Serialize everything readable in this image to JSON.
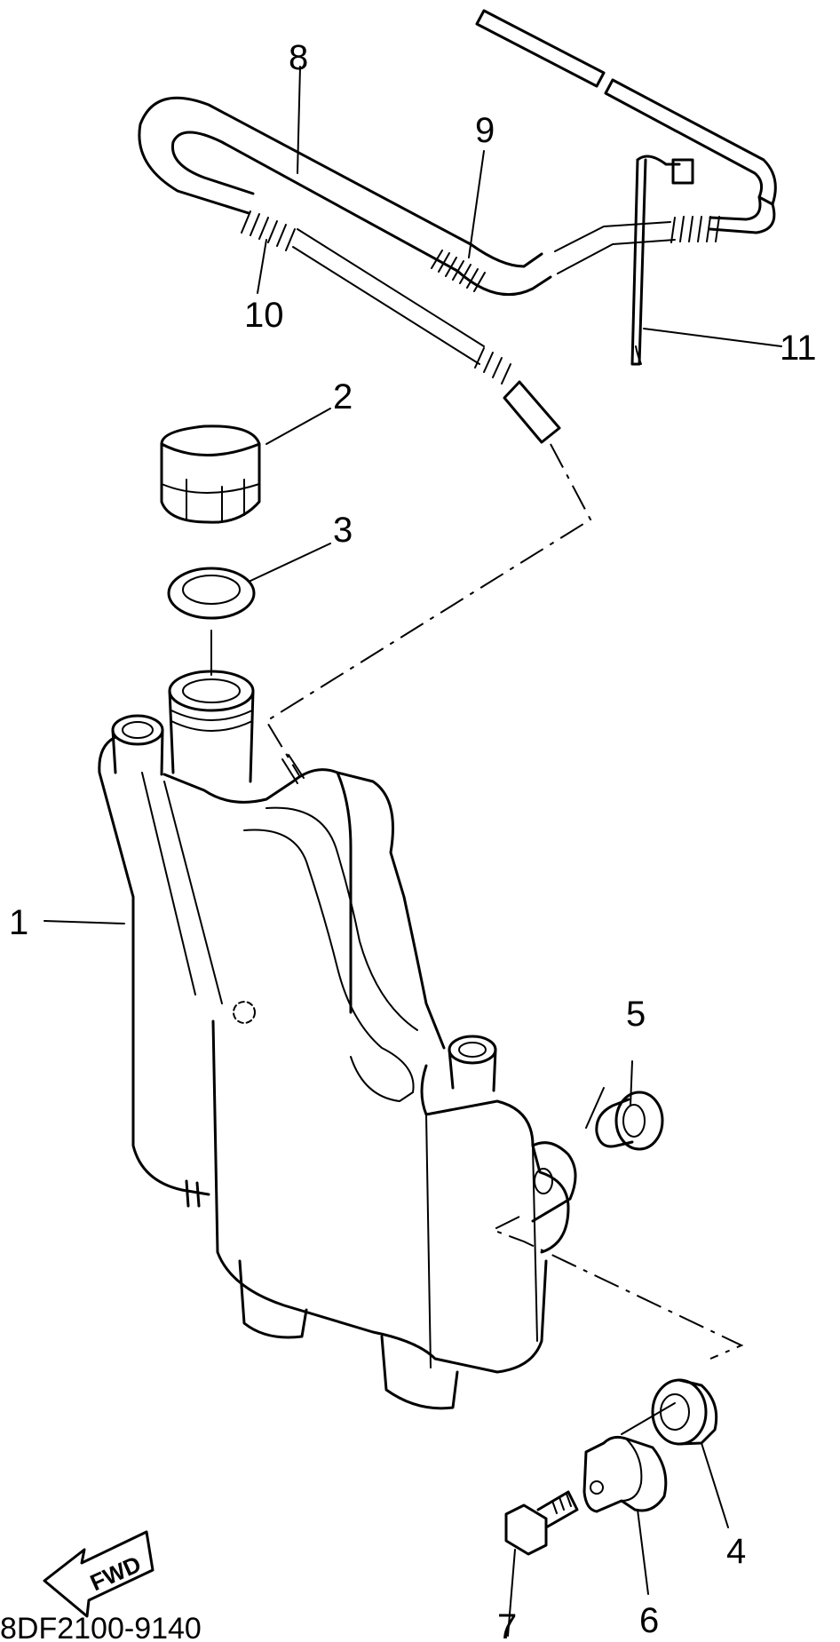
{
  "diagram": {
    "part_code": "8DF2100-9140",
    "fwd_label": "FWD",
    "callouts": [
      {
        "id": "1",
        "text": "1"
      },
      {
        "id": "2",
        "text": "2"
      },
      {
        "id": "3",
        "text": "3"
      },
      {
        "id": "4",
        "text": "4"
      },
      {
        "id": "5",
        "text": "5"
      },
      {
        "id": "6",
        "text": "6"
      },
      {
        "id": "7",
        "text": "7"
      },
      {
        "id": "8",
        "text": "8"
      },
      {
        "id": "9",
        "text": "9"
      },
      {
        "id": "10",
        "text": "10"
      },
      {
        "id": "11",
        "text": "11"
      }
    ]
  }
}
